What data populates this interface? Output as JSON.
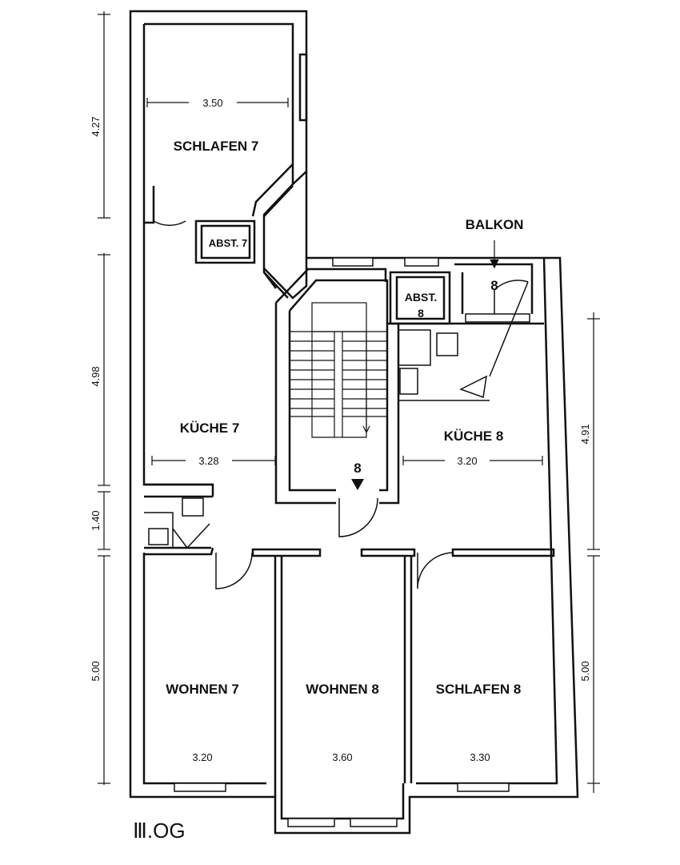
{
  "rooms": {
    "schlafen7": "SCHLAFEN 7",
    "abst7": "ABST. 7",
    "balkon": "BALKON",
    "balkon_no": "8",
    "abst8_a": "ABST.",
    "abst8_b": "8",
    "kueche7": "KÜCHE 7",
    "kueche8": "KÜCHE 8",
    "stair_no": "8",
    "wohnen7": "WOHNEN 7",
    "wohnen8": "WOHNEN 8",
    "schlafen8": "SCHLAFEN 8"
  },
  "dimensions": {
    "schlafen7_width": "3.50",
    "kueche7_width": "3.28",
    "kueche8_width": "3.20",
    "wohnen7_width": "3.20",
    "wohnen8_width": "3.60",
    "schlafen8_width": "3.30",
    "left_1": "4.27",
    "left_2": "4.98",
    "left_3": "1.40",
    "left_4": "5.00",
    "right_1": "4.91",
    "right_2": "5.00"
  },
  "floor_label": "Ⅲ.OG"
}
